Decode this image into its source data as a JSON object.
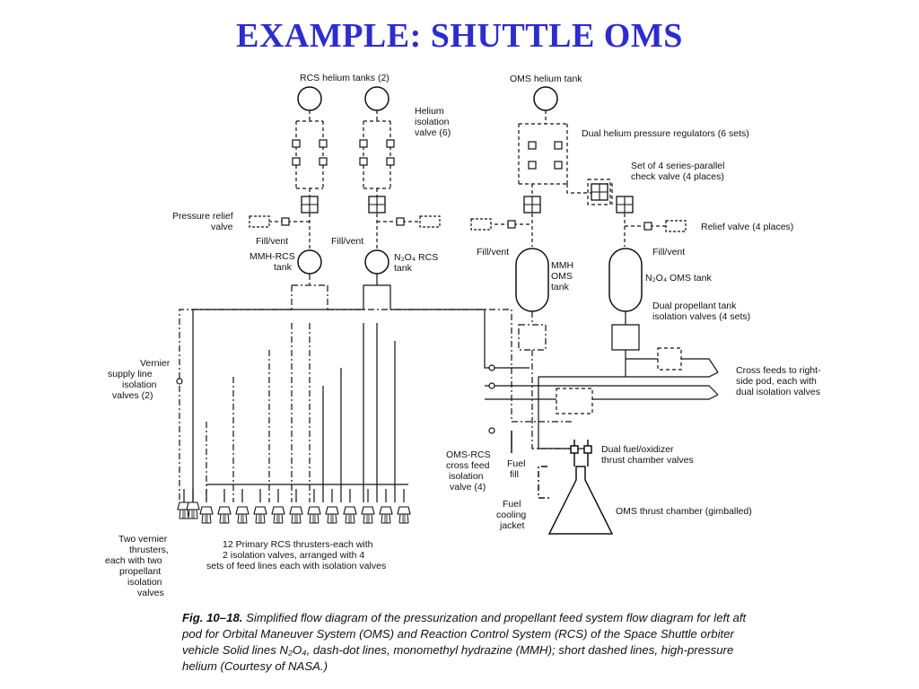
{
  "title": "EXAMPLE: SHUTTLE OMS",
  "labels": {
    "rcs_tanks": "RCS helium tanks (2)",
    "oms_tank": "OMS helium tank",
    "helium_iso_1": "Helium",
    "helium_iso_2": "isolation",
    "helium_iso_3": "valve (6)",
    "dual_regulators": "Dual helium pressure regulators (6 sets)",
    "check_valve_1": "Set of 4 series-parallel",
    "check_valve_2": "check valve (4 places)",
    "pressure_relief_1": "Pressure relief",
    "pressure_relief_2": "valve",
    "relief_valve": "Relief valve (4 places)",
    "fill_vent": "Fill/vent",
    "mmh_rcs_1": "MMH-RCS",
    "mmh_rcs_2": "tank",
    "n2o4_rcs_1": "N₂O₄ RCS",
    "n2o4_rcs_2": "tank",
    "mmh_oms_1": "MMH",
    "mmh_oms_2": "OMS",
    "mmh_oms_3": "tank",
    "n2o4_oms": "N₂O₄ OMS tank",
    "dual_prop_1": "Dual propellant tank",
    "dual_prop_2": "isolation valves (4 sets)",
    "vernier_1": "Vernier",
    "vernier_2": "supply line",
    "vernier_3": "isolation",
    "vernier_4": "valves (2)",
    "cross_feeds_1": "Cross feeds to right-",
    "cross_feeds_2": "side pod, each with",
    "cross_feeds_3": "dual isolation valves",
    "dual_fuel_1": "Dual fuel/oxidizer",
    "dual_fuel_2": "thrust chamber valves",
    "oms_rcs_1": "OMS-RCS",
    "oms_rcs_2": "cross feed",
    "oms_rcs_3": "isolation",
    "oms_rcs_4": "valve (4)",
    "fuel_fill_1": "Fuel",
    "fuel_fill_2": "fill",
    "fuel_cool_1": "Fuel",
    "fuel_cool_2": "cooling",
    "fuel_cool_3": "jacket",
    "oms_chamber": "OMS thrust chamber (gimballed)",
    "two_vernier_1": "Two vernier",
    "two_vernier_2": "thrusters,",
    "two_vernier_3": "each with two",
    "two_vernier_4": "propellant",
    "two_vernier_5": "isolation",
    "two_vernier_6": "valves",
    "primary_1": "12 Primary RCS thrusters-each with",
    "primary_2": "2 isolation valves, arranged with 4",
    "primary_3": "sets of feed lines  each with isolation valves"
  },
  "caption": {
    "fig": "Fig. 10–18.",
    "text": " Simplified flow diagram of the pressurization and propellant feed system flow diagram for left aft pod for Orbital Maneuver System (OMS) and Reaction Control System (RCS) of the Space Shuttle orbiter vehicle  Solid lines  N₂O₄, dash-dot lines, monomethyl hydrazine (MMH); short dashed lines, high-pressure helium  (Courtesy of NASA.)"
  }
}
